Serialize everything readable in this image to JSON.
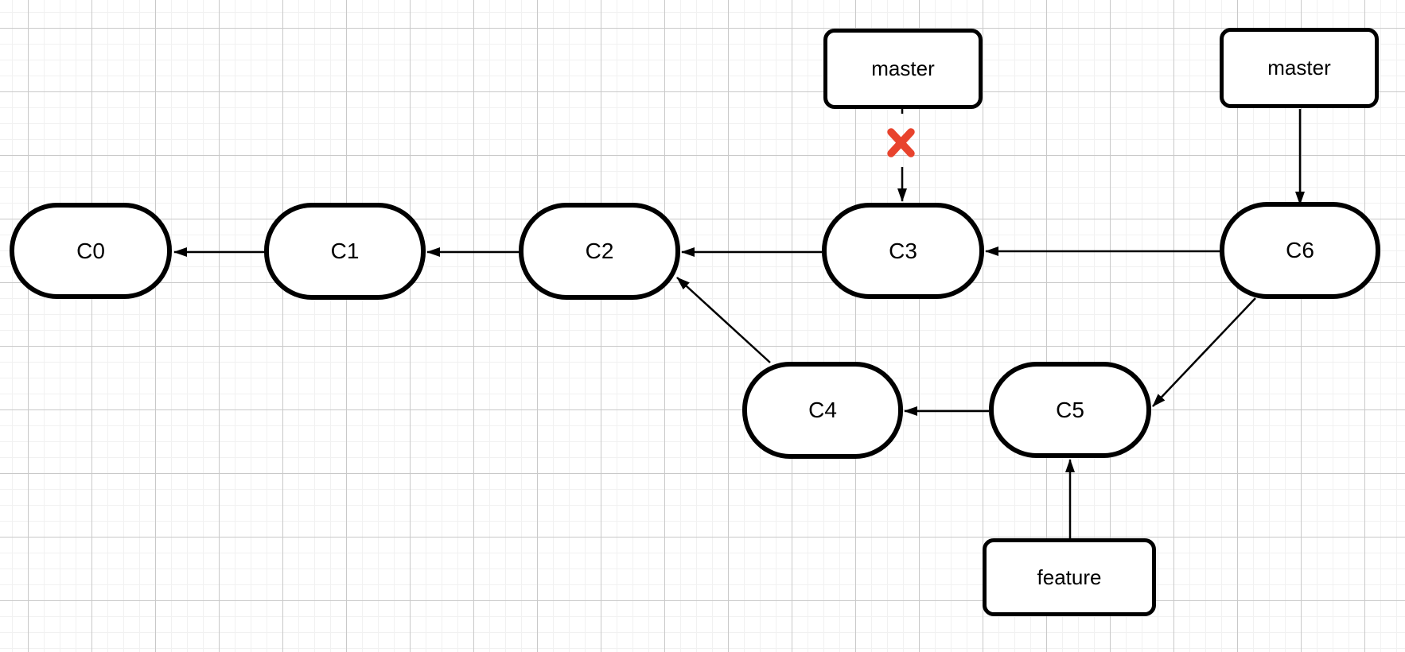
{
  "diagram": {
    "type": "git-commit-graph",
    "nodes": {
      "c0": {
        "label": "C0"
      },
      "c1": {
        "label": "C1"
      },
      "c2": {
        "label": "C2"
      },
      "c3": {
        "label": "C3"
      },
      "c4": {
        "label": "C4"
      },
      "c5": {
        "label": "C5"
      },
      "c6": {
        "label": "C6"
      }
    },
    "branches": {
      "master_on_c3": {
        "label": "master"
      },
      "master_on_c6": {
        "label": "master"
      },
      "feature_on_c5": {
        "label": "feature"
      }
    },
    "edges": [
      {
        "from": "C1",
        "to": "C0"
      },
      {
        "from": "C2",
        "to": "C1"
      },
      {
        "from": "C3",
        "to": "C2"
      },
      {
        "from": "C6",
        "to": "C3"
      },
      {
        "from": "C4",
        "to": "C2"
      },
      {
        "from": "C5",
        "to": "C4"
      },
      {
        "from": "C6",
        "to": "C5"
      },
      {
        "from": "feature",
        "to": "C5"
      },
      {
        "from": "master",
        "to": "C6"
      },
      {
        "from": "master",
        "to": "C3",
        "status": "deleted-crossed-out"
      }
    ],
    "colors": {
      "shape_fill": "#ffffff",
      "shape_stroke": "#000000",
      "edge_stroke": "#000000",
      "cross": "#e8432d",
      "grid_major": "#c9c9c9",
      "grid_minor": "#f1f1f1"
    }
  }
}
